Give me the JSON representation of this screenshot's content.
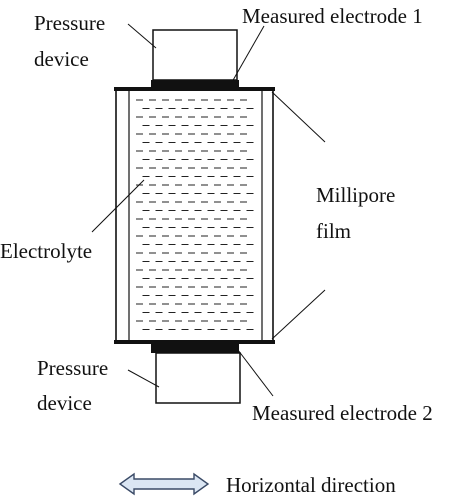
{
  "labels": {
    "pressure_device_top_line1": "Pressure",
    "pressure_device_top_line2": "device",
    "measured_electrode_1": "Measured electrode 1",
    "millipore_line1": "Millipore",
    "millipore_line2": "film",
    "electrolyte": "Electrolyte",
    "pressure_device_bottom_line1": "Pressure",
    "pressure_device_bottom_line2": "device",
    "measured_electrode_2": "Measured electrode 2",
    "horizontal_direction": "Horizontal direction"
  },
  "colors": {
    "line": "#111111",
    "electrode": "#111111",
    "arrow_fill": "#dbe6f3",
    "arrow_stroke": "#3a4a66",
    "background": "#ffffff"
  },
  "icons": {
    "direction": "double-headed-arrow-icon"
  }
}
